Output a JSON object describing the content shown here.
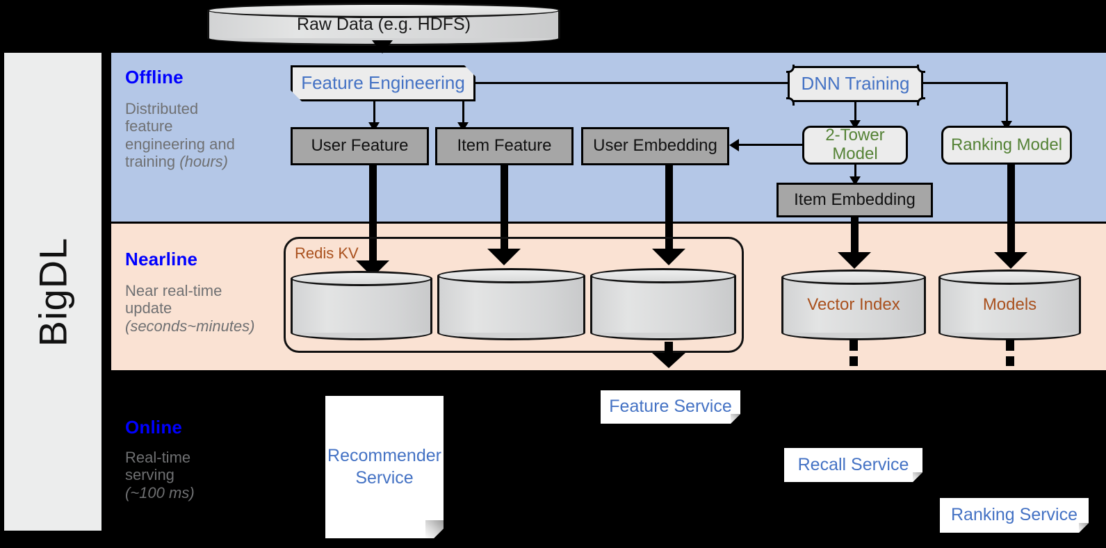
{
  "framework": {
    "label": "BigDL"
  },
  "source": {
    "raw_data_label": "Raw Data (e.g. HDFS)"
  },
  "bands": {
    "offline": {
      "title": "Offline",
      "subtitle_line1": "Distributed",
      "subtitle_line2": "feature",
      "subtitle_line3": "engineering and",
      "subtitle_line4": "training ",
      "subtitle_italic": "(hours)",
      "bg_color": "#b4c7e7"
    },
    "nearline": {
      "title": "Nearline",
      "subtitle_line1": "Near real-time",
      "subtitle_line2": "update",
      "subtitle_italic": "(seconds~minutes)",
      "bg_color": "#fae2d3"
    },
    "online": {
      "title": "Online",
      "subtitle_line1": "Real-time",
      "subtitle_line2": "serving",
      "subtitle_italic": "(~100 ms)",
      "bg_color": "#000000"
    }
  },
  "offline_nodes": {
    "feature_engineering": "Feature Engineering",
    "dnn_training": "DNN Training",
    "user_feature": "User Feature",
    "item_feature": "Item Feature",
    "user_embedding": "User Embedding",
    "two_tower_model": "2-Tower Model",
    "ranking_model": "Ranking Model",
    "item_embedding": "Item Embedding"
  },
  "nearline_nodes": {
    "redis_kv": "Redis KV",
    "store_1": "",
    "store_2": "",
    "store_3": "",
    "vector_index": "Vector Index",
    "models": "Models"
  },
  "online_nodes": {
    "recommender_service_line1": "Recommender",
    "recommender_service_line2": "Service",
    "feature_service": "Feature Service",
    "recall_service": "Recall Service",
    "ranking_service": "Ranking Service"
  },
  "colors": {
    "title_blue": "#0000ff",
    "node_blue": "#4472c4",
    "node_green": "#548235",
    "store_brown": "#a9501d",
    "gray_fill": "#a6a6a6",
    "offline_bg": "#b4c7e7",
    "nearline_bg": "#fae2d3",
    "band_gray": "#eceded"
  }
}
